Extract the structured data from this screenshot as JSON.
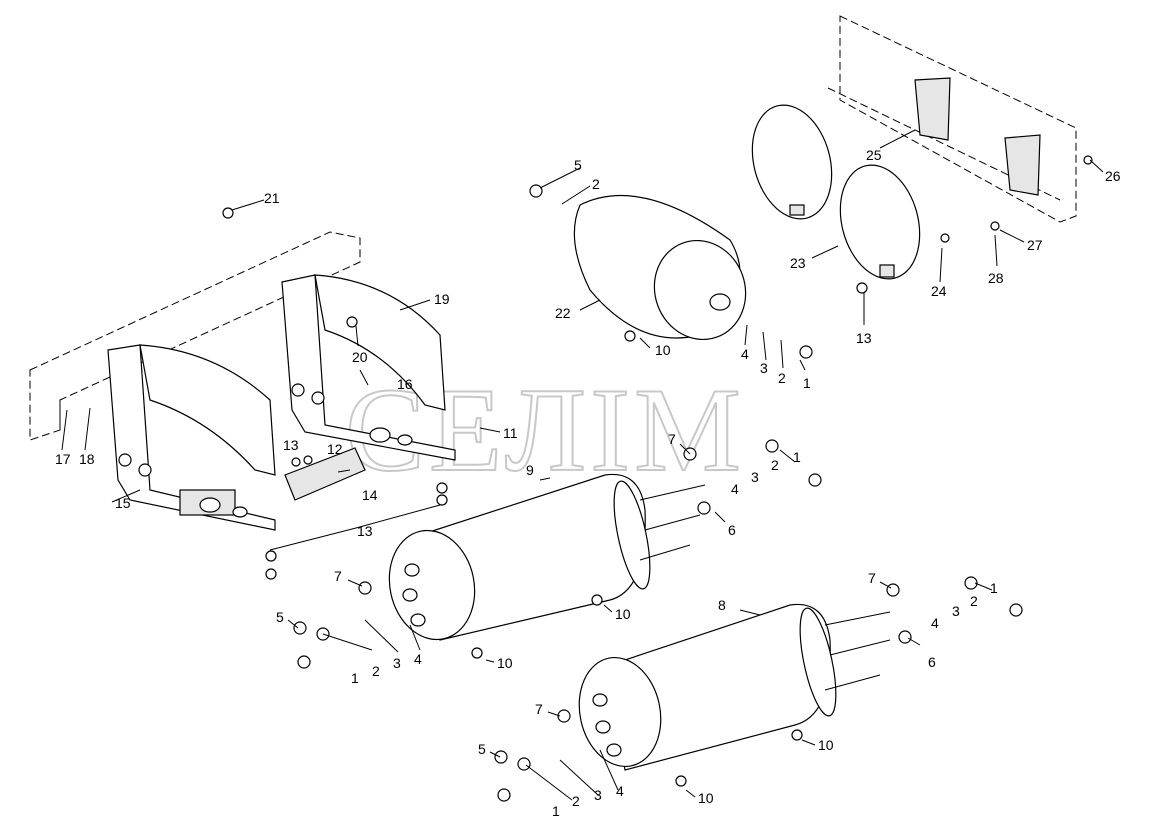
{
  "watermark": "СЕЛІМ",
  "labels": {
    "l21": "21",
    "l19": "19",
    "l20": "20",
    "l16": "16",
    "l11": "11",
    "l12": "12",
    "l13a": "13",
    "l14": "14",
    "l15": "15",
    "l17": "17",
    "l18": "18",
    "l13b": "13",
    "l5a": "5",
    "l2a": "2",
    "l22": "22",
    "l10a": "10",
    "l4a": "4",
    "l3a": "3",
    "l2b": "2",
    "l1a": "1",
    "l25": "25",
    "l26": "26",
    "l23": "23",
    "l24": "24",
    "l27": "27",
    "l28": "28",
    "l13c": "13",
    "l7a": "7",
    "l9": "9",
    "l2c": "2",
    "l1b": "1",
    "l3b": "3",
    "l4b": "4",
    "l6a": "6",
    "l7b": "7",
    "l5b": "5",
    "l2d": "2",
    "l3c": "3",
    "l4c": "4",
    "l1c": "1",
    "l10b": "10",
    "l10c": "10",
    "l7c": "7",
    "l8": "8",
    "l2e": "2",
    "l1d": "1",
    "l3d": "3",
    "l4d": "4",
    "l6b": "6",
    "l7d": "7",
    "l5c": "5",
    "l2f": "2",
    "l3e": "3",
    "l4e": "4",
    "l1e": "1",
    "l10d": "10",
    "l10e": "10"
  }
}
